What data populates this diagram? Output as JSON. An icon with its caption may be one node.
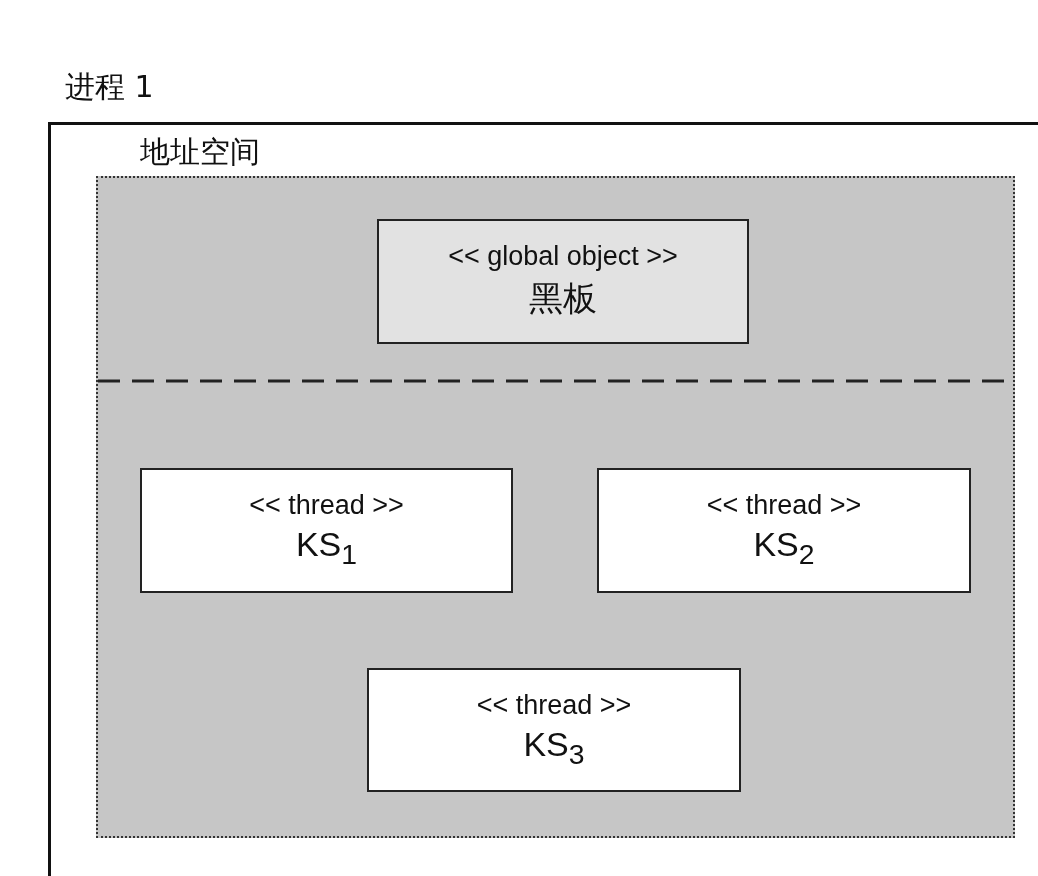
{
  "diagram": {
    "nodes": [
      {
        "text": [
          "进程 1"
        ]
      },
      {
        "text": [
          "地址空间"
        ],
        "in": 0
      },
      {
        "text": [
          "<< global object >>",
          "黑板"
        ],
        "in": 1
      },
      {
        "text": [
          "<< thread >>",
          "KS$_{1}$"
        ],
        "in": 1
      },
      {
        "text": [
          "<< thread >>",
          "KS$_{2}$"
        ],
        "in": 1
      },
      {
        "text": [
          "<< thread >>",
          "KS$_{3}$"
        ],
        "in": 1
      }
    ]
  }
}
